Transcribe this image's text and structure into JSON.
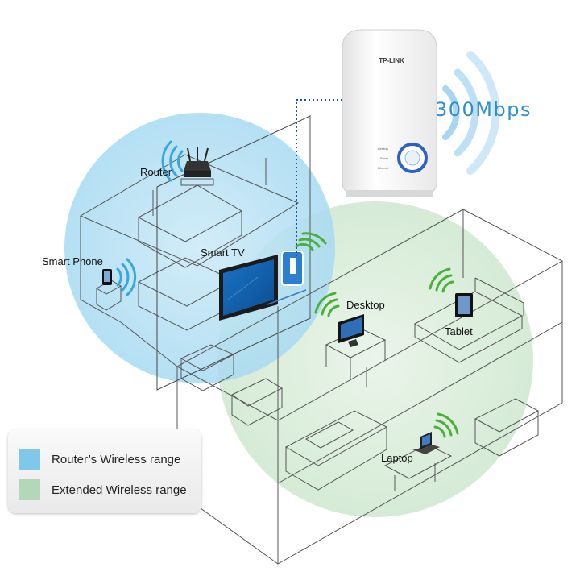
{
  "speed_label": "300Mbps",
  "extender": {
    "brand": "TP-LINK",
    "led_labels": [
      "Wireless",
      "Power",
      "Ethernet"
    ]
  },
  "devices": {
    "router": "Router",
    "smart_phone": "Smart Phone",
    "smart_tv": "Smart TV",
    "desktop": "Desktop",
    "tablet": "Tablet",
    "laptop": "Laptop"
  },
  "legend": {
    "router_range": "Router’s Wireless range",
    "extended_range": "Extended Wireless range"
  },
  "colors": {
    "router_range": "#80c8ea",
    "extended_range": "#b3d8b7",
    "link_line": "#1f4fa3",
    "signal_green": "#4caf3c",
    "signal_blue": "#39a6dc",
    "speed_text": "#2e8fce"
  }
}
